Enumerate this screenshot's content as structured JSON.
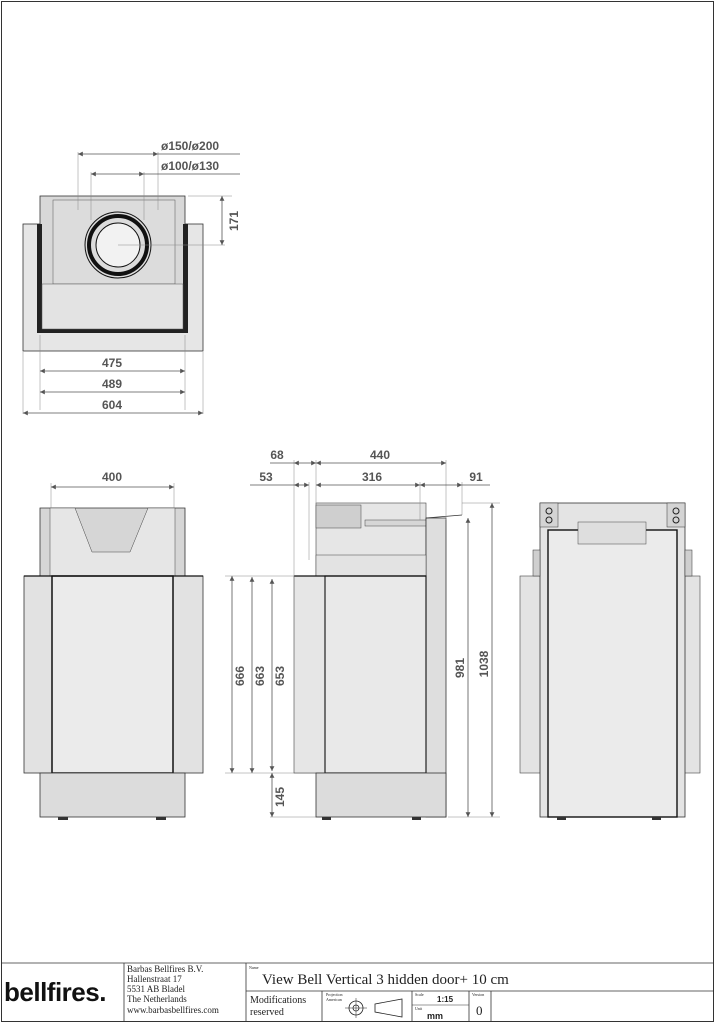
{
  "drawing": {
    "top_view": {
      "flue_outer": "ø150/ø200",
      "flue_inner": "ø100/ø130",
      "height_171": "171",
      "width_475": "475",
      "width_489": "489",
      "width_604": "604"
    },
    "front_view": {
      "width_400": "400",
      "h_666": "666",
      "h_663": "663",
      "h_653": "653",
      "h_145": "145"
    },
    "side_view": {
      "d_68": "68",
      "d_440": "440",
      "d_53": "53",
      "d_316": "316",
      "d_91": "91",
      "h_981": "981",
      "h_1038": "1038"
    }
  },
  "title_block": {
    "logo": "bellfires.",
    "company_lines": [
      "Barbas Bellfires B.V.",
      "Hallenstraat 17",
      "5531 AB Bladel",
      "The Netherlands",
      "www.barbasbellfires.com"
    ],
    "name_label": "Name",
    "title": "View Bell Vertical 3 hidden door+ 10 cm",
    "modifications": [
      "Modifications",
      "reserved"
    ],
    "projection_label": [
      "Projection",
      "American"
    ],
    "scale_label": "Scale",
    "scale_value": "1:15",
    "unit_label": "Unit",
    "unit_value": "mm",
    "version_label": "Version",
    "version_value": "0"
  }
}
